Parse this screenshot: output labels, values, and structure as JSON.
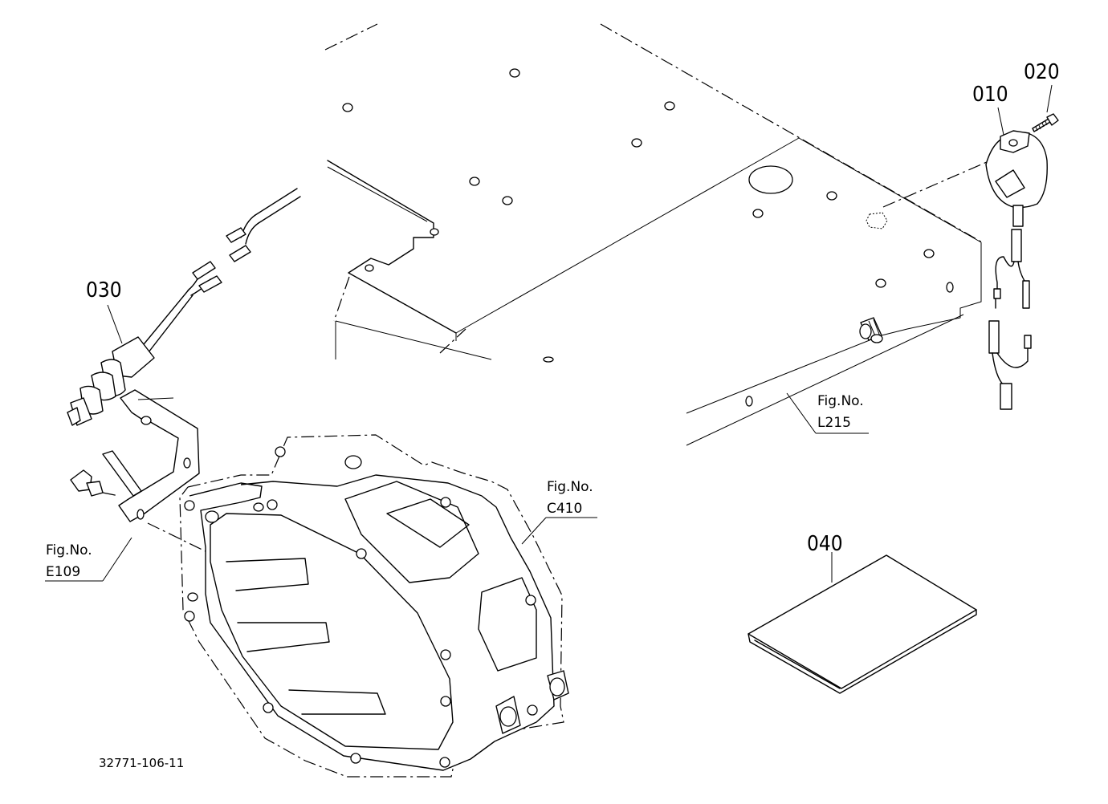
{
  "part_labels": {
    "p010": "010",
    "p020": "020",
    "p030": "030",
    "p040": "040"
  },
  "figure_refs": {
    "l215": {
      "fig": "Fig.No.",
      "no": "L215"
    },
    "c410": {
      "fig": "Fig.No.",
      "no": "C410"
    },
    "e109": {
      "fig": "Fig.No.",
      "no": "E109"
    }
  },
  "drawing_code": "32771-106-11"
}
